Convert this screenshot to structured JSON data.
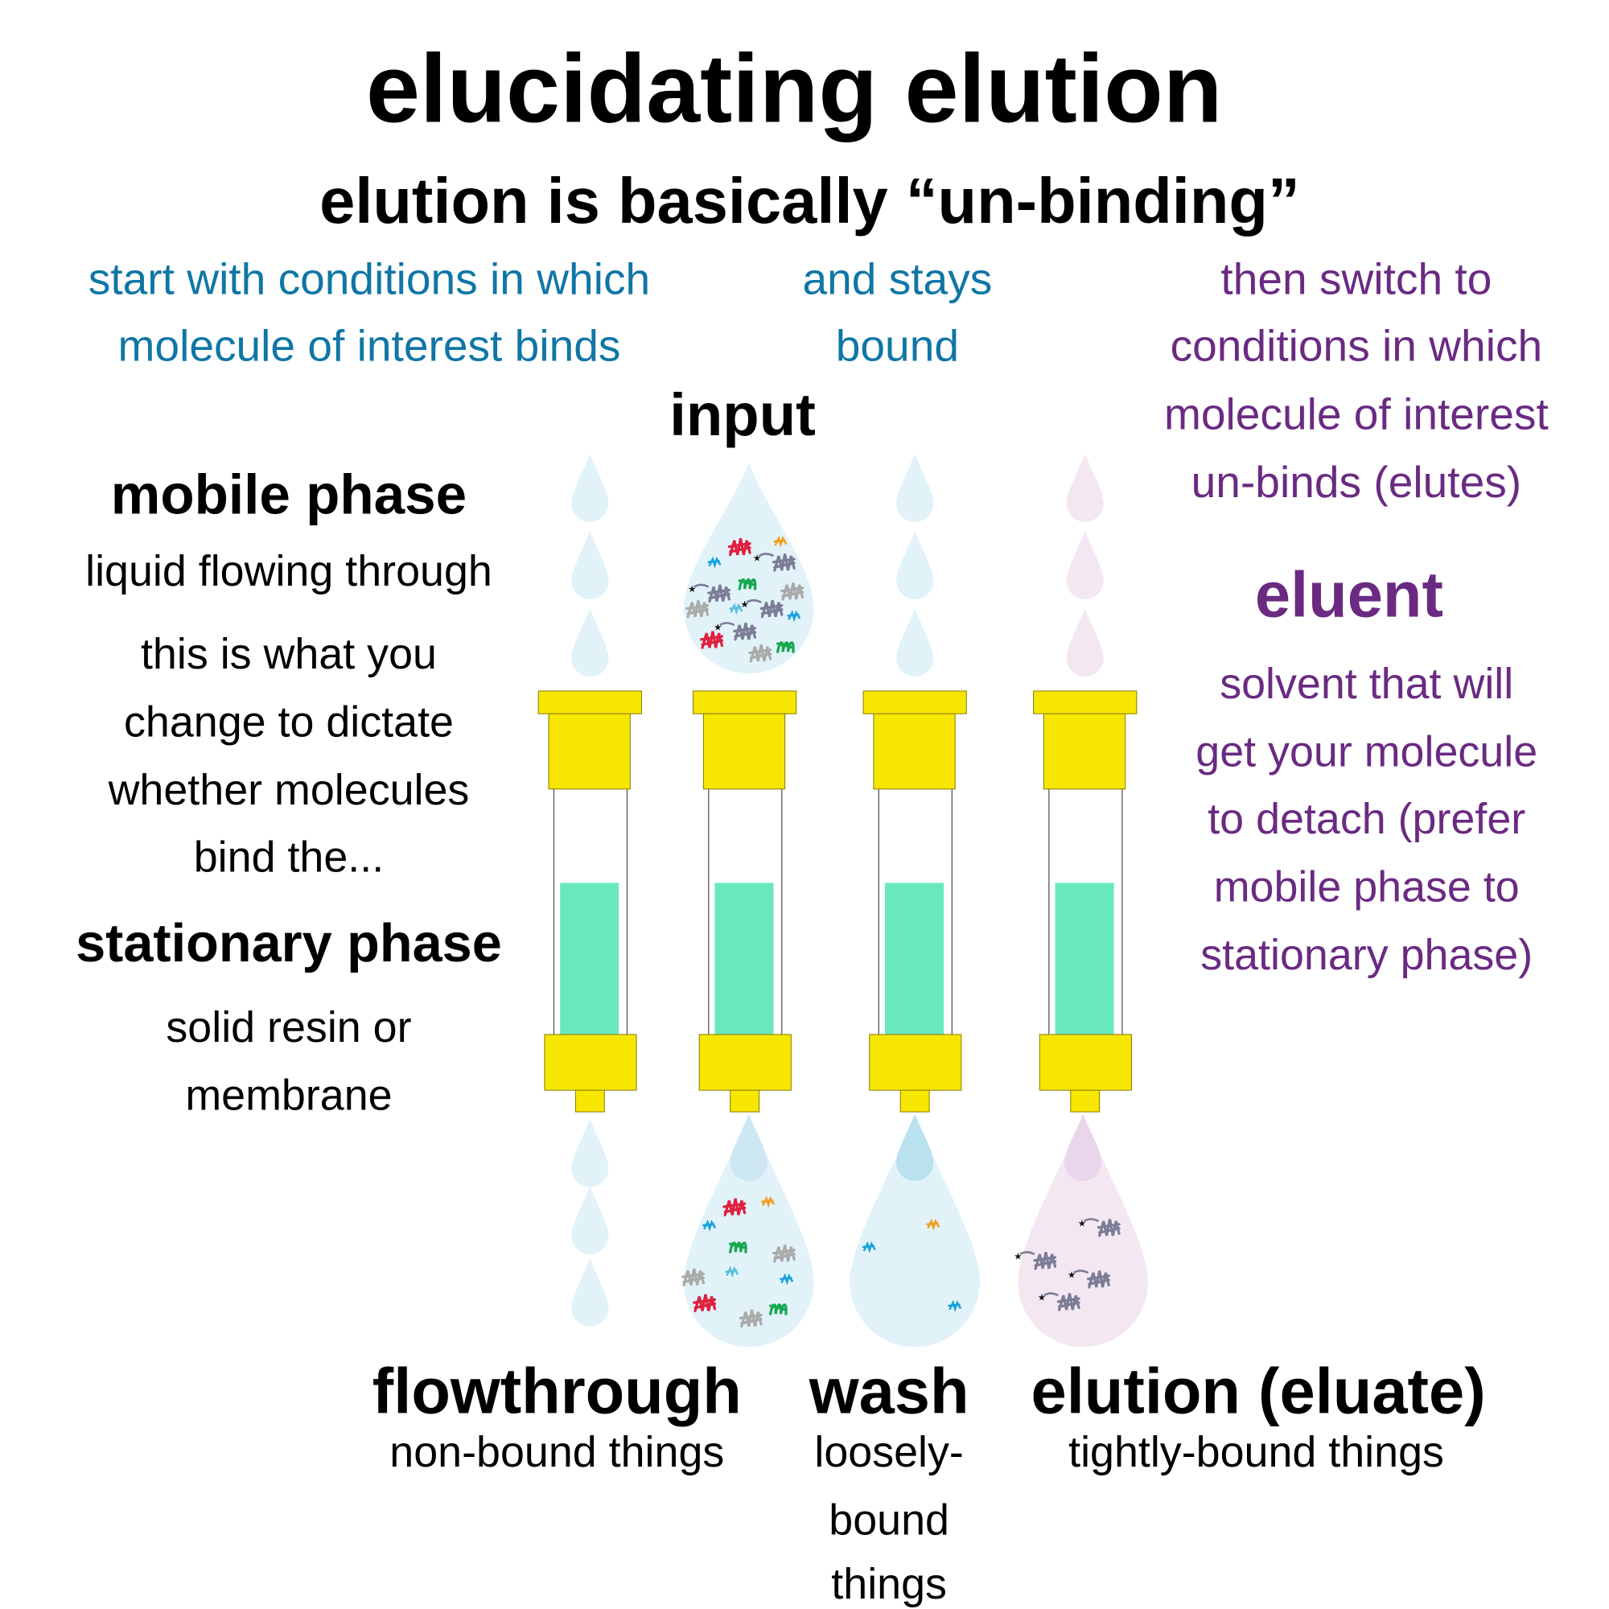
{
  "title": "elucidating elution",
  "subtitle": "elution is basically “un-binding”",
  "top": {
    "start": [
      "start with conditions in which",
      "molecule of interest binds"
    ],
    "stays": [
      "and stays",
      "bound"
    ],
    "switch": [
      "then switch to",
      "conditions in which",
      "molecule of interest",
      "un-binds (elutes)"
    ]
  },
  "input_label": "input",
  "left": {
    "mobile_title": "mobile phase",
    "mobile_desc": "liquid flowing through",
    "change": [
      "this is what you",
      "change to dictate",
      "whether molecules",
      "bind the..."
    ],
    "stationary_title": "stationary phase",
    "stationary_desc": [
      "solid resin or",
      "membrane"
    ]
  },
  "right": {
    "eluent_title": "eluent",
    "eluent_desc": [
      "solvent that will",
      "get your molecule",
      "to detach (prefer",
      "mobile phase to",
      "stationary phase)"
    ]
  },
  "bottom": {
    "flowthrough": "flowthrough",
    "flowthrough_desc": "non-bound things",
    "wash": "wash",
    "wash_desc": [
      "loosely-",
      "bound",
      "things"
    ],
    "elution": "elution (eluate)",
    "elution_desc": "tightly-bound things"
  },
  "colors": {
    "blue_text": "#0f76a6",
    "purple_text": "#6a2a82",
    "cap_yellow": "#f7e600",
    "resin_green": "#69e8bf",
    "drop_blue": "#e1f2f9",
    "drop_pink": "#f3e7f2"
  }
}
